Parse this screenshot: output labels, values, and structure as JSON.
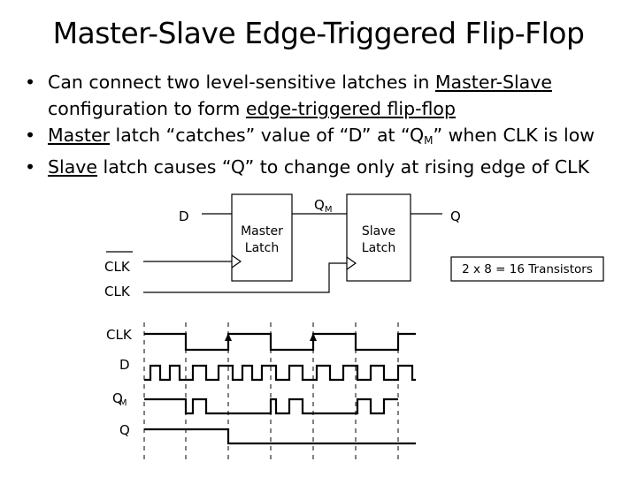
{
  "title": "Master-Slave Edge-Triggered Flip-Flop",
  "bullets": [
    {
      "pre": "Can connect two level-sensitive latches in ",
      "u1": "Master-Slave",
      "mid": " configuration to form ",
      "u2": "edge-triggered flip-flop"
    },
    {
      "u1": "Master",
      "pre": " latch “catches” value of “D” at “Q",
      "sub": "M",
      "post": "” when CLK is low"
    },
    {
      "u1": "Slave",
      "post": " latch causes “Q” to change only at rising edge of CLK"
    }
  ],
  "circuit": {
    "d_label": "D",
    "qm_label": "Q",
    "qm_sub": "M",
    "q_label": "Q",
    "clk_bar_label": "CLK",
    "clk_label": "CLK",
    "master_line1": "Master",
    "master_line2": "Latch",
    "slave_line1": "Slave",
    "slave_line2": "Latch",
    "transistor_note": "2 x 8 = 16 Transistors"
  },
  "timing": {
    "labels": {
      "clk": "CLK",
      "d": "D",
      "qm": "Q",
      "qm_sub": "M",
      "q": "Q"
    }
  }
}
